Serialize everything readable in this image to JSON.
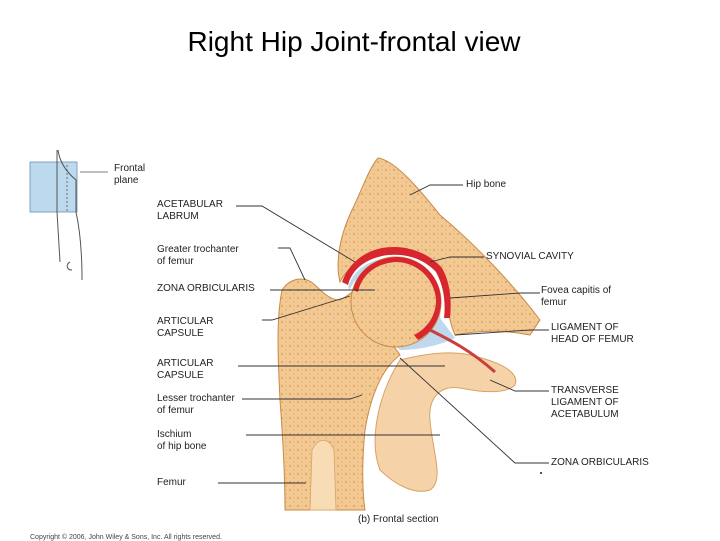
{
  "title": "Right Hip Joint-frontal view",
  "inset": {
    "label_line1": "Frontal",
    "label_line2": "plane"
  },
  "left_labels": [
    {
      "line1": "ACETABULAR",
      "line2": "LABRUM"
    },
    {
      "line1": "Greater trochanter",
      "line2": "of femur"
    },
    {
      "line1": "ZONA ORBICULARIS",
      "line2": ""
    },
    {
      "line1": "ARTICULAR",
      "line2": "CAPSULE"
    },
    {
      "line1": "ARTICULAR",
      "line2": "CAPSULE"
    },
    {
      "line1": "Lesser trochanter",
      "line2": "of femur"
    },
    {
      "line1": "Ischium",
      "line2": "of hip bone"
    },
    {
      "line1": "Femur",
      "line2": ""
    }
  ],
  "right_labels": [
    {
      "line1": "Hip bone",
      "line2": "",
      "line3": ""
    },
    {
      "line1": "SYNOVIAL CAVITY",
      "line2": "",
      "line3": ""
    },
    {
      "line1": "Fovea capitis of",
      "line2": "femur",
      "line3": ""
    },
    {
      "line1": "LIGAMENT OF",
      "line2": "HEAD OF FEMUR",
      "line3": ""
    },
    {
      "line1": "TRANSVERSE",
      "line2": "LIGAMENT OF",
      "line3": "ACETABULUM"
    },
    {
      "line1": "ZONA ORBICULARIS",
      "line2": "",
      "line3": ""
    }
  ],
  "caption": "(b) Frontal section",
  "copyright": "Copyright © 2006, John Wiley & Sons, Inc. All rights reserved.",
  "colors": {
    "bone": "#f2c48a",
    "bone_dark": "#d99a55",
    "cartilage_red": "#d8262e",
    "synovial_blue": "#b9d4ec",
    "inset_blue": "#bcd9ee",
    "leader": "#333333"
  }
}
